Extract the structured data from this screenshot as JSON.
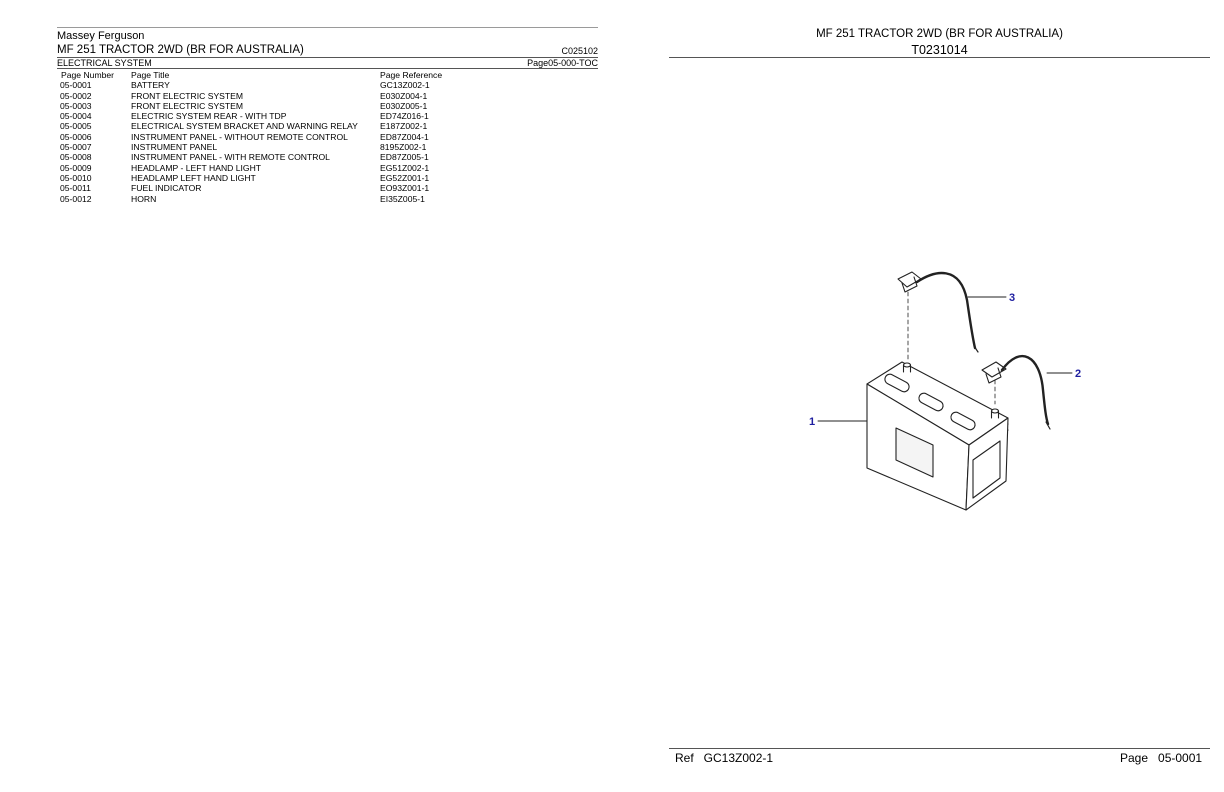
{
  "toc": {
    "brand": "Massey Ferguson",
    "model_title": "MF 251 TRACTOR 2WD (BR FOR AUSTRALIA)",
    "catalog_code": "C025102",
    "section_title": "ELECTRICAL SYSTEM",
    "section_page": "Page05-000-TOC",
    "columns": [
      "Page Number",
      "Page Title",
      "Page Reference"
    ],
    "rows": [
      [
        "05-0001",
        "BATTERY",
        "GC13Z002-1"
      ],
      [
        "05-0002",
        "FRONT ELECTRIC SYSTEM",
        "E030Z004-1"
      ],
      [
        "05-0003",
        "FRONT ELECTRIC SYSTEM",
        "E030Z005-1"
      ],
      [
        "05-0004",
        "ELECTRIC SYSTEM REAR - WITH TDP",
        "ED74Z016-1"
      ],
      [
        "05-0005",
        "ELECTRICAL SYSTEM BRACKET AND WARNING RELAY",
        "E187Z002-1"
      ],
      [
        "05-0006",
        "INSTRUMENT PANEL - WITHOUT REMOTE CONTROL",
        "ED87Z004-1"
      ],
      [
        "05-0007",
        "INSTRUMENT PANEL",
        "8195Z002-1"
      ],
      [
        "05-0008",
        "INSTRUMENT PANEL - WITH REMOTE CONTROL",
        "ED87Z005-1"
      ],
      [
        "05-0009",
        "HEADLAMP - LEFT HAND LIGHT",
        "EG51Z002-1"
      ],
      [
        "05-0010",
        "HEADLAMP LEFT HAND LIGHT",
        "EG52Z001-1"
      ],
      [
        "05-0011",
        "FUEL INDICATOR",
        "EO93Z001-1"
      ],
      [
        "05-0012",
        "HORN",
        "EI35Z005-1"
      ]
    ]
  },
  "drawing": {
    "title": "MF 251 TRACTOR 2WD (BR FOR AUSTRALIA)",
    "reference": "T0231014",
    "callouts": [
      "1",
      "2",
      "3"
    ],
    "callout_color": "#1e1ea0"
  },
  "footer": {
    "ref_text": "Ref   GC13Z002-1",
    "page_text": "Page   05-0001"
  }
}
